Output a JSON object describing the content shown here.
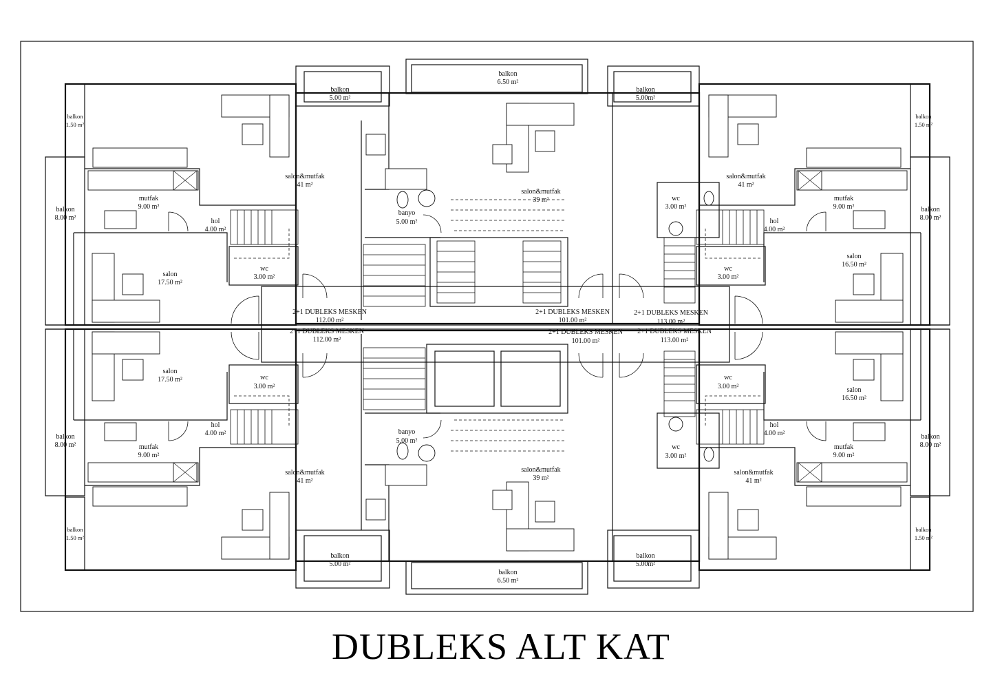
{
  "title": "DUBLEKS ALT KAT",
  "rooms": {
    "balkon_top_center": {
      "name": "balkon",
      "area": "6.50 m²"
    },
    "balkon_top_left": {
      "name": "balkon",
      "area": "5.00 m²"
    },
    "balkon_top_right": {
      "name": "balkon",
      "area": "5.00m²"
    },
    "balkon_tl_small": {
      "name": "balkon",
      "area": "1.50 m²"
    },
    "balkon_tr_small": {
      "name": "balkon",
      "area": "1.50 m²"
    },
    "balkon_left_upper": {
      "name": "balkon",
      "area": "8.00 m²"
    },
    "balkon_right_upper": {
      "name": "balkon",
      "area": "8.00 m²"
    },
    "salon_mutfak_tl": {
      "name": "salon&mutfak",
      "area": "41 m²"
    },
    "salon_mutfak_tc": {
      "name": "salon&mutfak",
      "area": "39 m²"
    },
    "salon_mutfak_tr": {
      "name": "salon&mutfak",
      "area": "41 m²"
    },
    "mutfak_tl": {
      "name": "mutfak",
      "area": "9.00 m²"
    },
    "mutfak_tr": {
      "name": "mutfak",
      "area": "9.00 m²"
    },
    "hol_tl": {
      "name": "hol",
      "area": "4.00 m²"
    },
    "hol_tr": {
      "name": "hol",
      "area": "4.00 m²"
    },
    "banyo_top": {
      "name": "banyo",
      "area": "5.00 m²"
    },
    "wc_top_right": {
      "name": "wc",
      "area": "3.00 m²"
    },
    "wc_tl": {
      "name": "wc",
      "area": "3.00 m²"
    },
    "wc_tr": {
      "name": "wc",
      "area": "3.00 m²"
    },
    "salon_tl": {
      "name": "salon",
      "area": "17.50 m²"
    },
    "salon_tr": {
      "name": "salon",
      "area": "16.50 m²"
    },
    "salon_bl": {
      "name": "salon",
      "area": "17.50 m²"
    },
    "salon_br": {
      "name": "salon",
      "area": "16.50 m²"
    },
    "wc_bl": {
      "name": "wc",
      "area": "3.00 m²"
    },
    "wc_br": {
      "name": "wc",
      "area": "3.00 m²"
    },
    "wc_bottom_right": {
      "name": "wc",
      "area": "3.00 m²"
    },
    "hol_bl": {
      "name": "hol",
      "area": "4.00 m²"
    },
    "hol_br": {
      "name": "hol",
      "area": "4.00 m²"
    },
    "banyo_bottom": {
      "name": "banyo",
      "area": "5.00 m²"
    },
    "mutfak_bl": {
      "name": "mutfak",
      "area": "9.00 m²"
    },
    "mutfak_br": {
      "name": "mutfak",
      "area": "9.00 m²"
    },
    "balkon_left_lower": {
      "name": "balkon",
      "area": "8.00 m²"
    },
    "balkon_right_lower": {
      "name": "balkon",
      "area": "8.00 m²"
    },
    "salon_mutfak_bl": {
      "name": "salon&mutfak",
      "area": "41 m²"
    },
    "salon_mutfak_bc": {
      "name": "salon&mutfak",
      "area": "39 m²"
    },
    "salon_mutfak_br": {
      "name": "salon&mutfak",
      "area": "41 m²"
    },
    "balkon_bl_small": {
      "name": "balkon",
      "area": "1.50 m²"
    },
    "balkon_br_small": {
      "name": "balkon",
      "area": "1.50 m²"
    },
    "balkon_bottom_left": {
      "name": "balkon",
      "area": "5.00 m²"
    },
    "balkon_bottom_right": {
      "name": "balkon",
      "area": "5.00m²"
    },
    "balkon_bottom_center": {
      "name": "balkon",
      "area": "6.50 m²"
    }
  },
  "units": {
    "unit_tl": {
      "name": "2+1 DUBLEKS MESKEN",
      "area": "112.00 m²"
    },
    "unit_tc": {
      "name": "2+1 DUBLEKS MESKEN",
      "area": "101.00 m²"
    },
    "unit_tr": {
      "name": "2+1 DUBLEKS MESKEN",
      "area": "113.00 m²"
    },
    "unit_bl": {
      "name": "2+1 DUBLEKS MESKEN",
      "area": "112.00 m²"
    },
    "unit_bc": {
      "name": "2+1 DUBLEKS MESKEN",
      "area": "101.00 m²"
    },
    "unit_br": {
      "name": "2+1 DUBLEKS MESKEN",
      "area": "113.00 m²"
    }
  }
}
